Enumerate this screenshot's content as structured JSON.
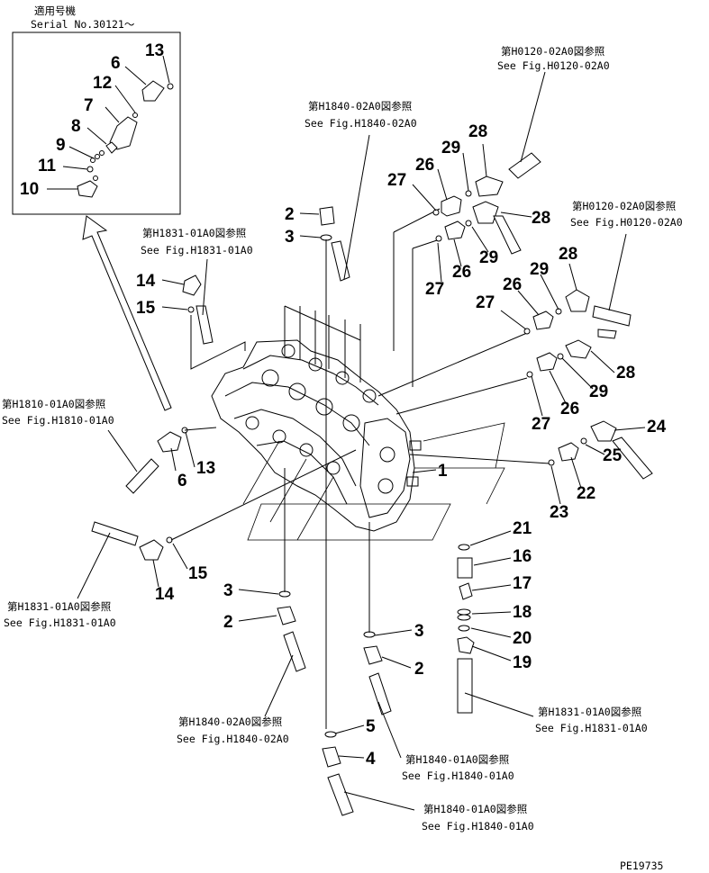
{
  "inset": {
    "title_jp": "適用号機",
    "serial": "Serial No.30121～"
  },
  "references": [
    {
      "id": "h0120_top",
      "jp": "第H0120-02A0図参照",
      "en": "See Fig.H0120-02A0"
    },
    {
      "id": "h1840_02_top",
      "jp": "第H1840-02A0図参照",
      "en": "See Fig.H1840-02A0"
    },
    {
      "id": "h0120_right",
      "jp": "第H0120-02A0図参照",
      "en": "See Fig.H0120-02A0"
    },
    {
      "id": "h1831_top",
      "jp": "第H1831-01A0図参照",
      "en": "See Fig.H1831-01A0"
    },
    {
      "id": "h1810_left",
      "jp": "第H1810-01A0図参照",
      "en": "See Fig.H1810-01A0"
    },
    {
      "id": "h1831_left",
      "jp": "第H1831-01A0図参照",
      "en": "See Fig.H1831-01A0"
    },
    {
      "id": "h1831_right",
      "jp": "第H1831-01A0図参照",
      "en": "See Fig.H1831-01A0"
    },
    {
      "id": "h1840_02_bottom",
      "jp": "第H1840-02A0図参照",
      "en": "See Fig.H1840-02A0"
    },
    {
      "id": "h1840_01_mid",
      "jp": "第H1840-01A0図参照",
      "en": "See Fig.H1840-01A0"
    },
    {
      "id": "h1840_01_bottom",
      "jp": "第H1840-01A0図参照",
      "en": "See Fig.H1840-01A0"
    }
  ],
  "callouts": {
    "inset": [
      "13",
      "6",
      "12",
      "7",
      "8",
      "9",
      "11",
      "10"
    ],
    "main": [
      "2",
      "3",
      "14",
      "15",
      "6",
      "13",
      "14",
      "15",
      "3",
      "2",
      "3",
      "2",
      "5",
      "4",
      "1",
      "27",
      "26",
      "29",
      "28",
      "28",
      "29",
      "26",
      "27",
      "29",
      "26",
      "27",
      "28",
      "28",
      "29",
      "26",
      "27",
      "24",
      "25",
      "22",
      "23",
      "21",
      "16",
      "17",
      "18",
      "20",
      "19"
    ]
  },
  "drawing_code": "PE19735"
}
